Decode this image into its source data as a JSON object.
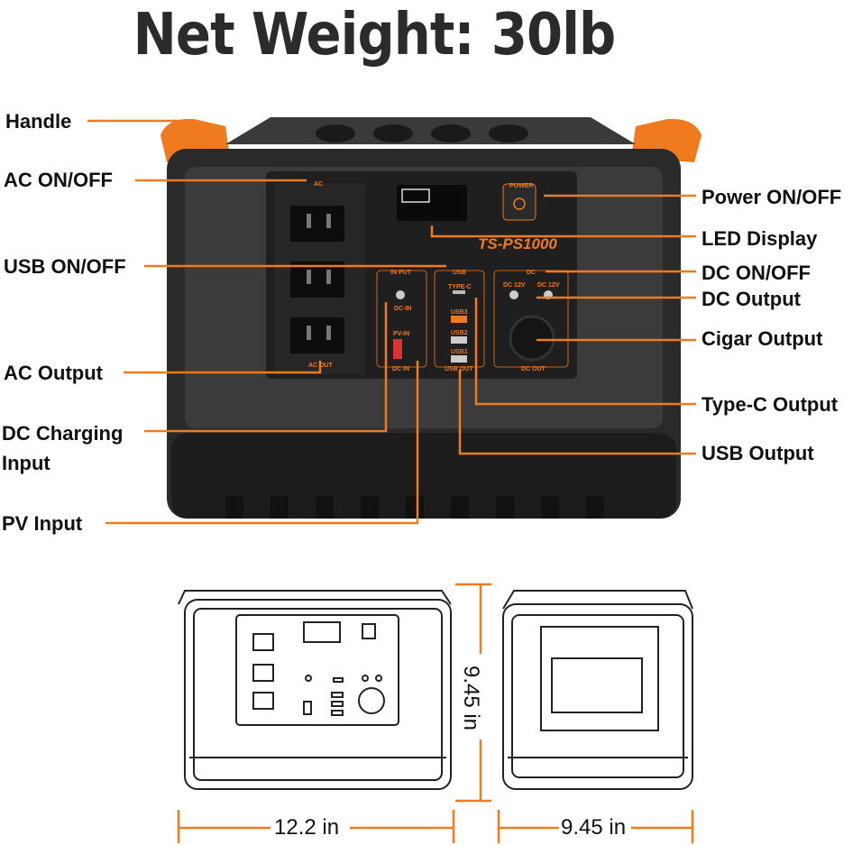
{
  "title": "Net Weight: 30lb",
  "model": "TS-PS1000",
  "accent_color": "#f07a1e",
  "callouts_left": [
    "Handle",
    "AC ON/OFF",
    "USB ON/OFF",
    "AC Output",
    "DC Charging Input",
    "PV Input"
  ],
  "callouts_right": [
    "Power ON/OFF",
    "LED Display",
    "DC ON/OFF",
    "DC Output",
    "Cigar Output",
    "Type-C Output",
    "USB Output"
  ],
  "panel_labels": {
    "ac": "AC",
    "ac_out": "AC OUT",
    "power": "POWER",
    "input": "IN PUT",
    "dc_in": "DC-IN",
    "pv_in": "PV-IN",
    "dc_in2": "DC IN",
    "usb": "USB",
    "type_c": "TYPE-C",
    "usb3": "USB3",
    "usb2": "USB2",
    "usb1": "USB1",
    "usb_out": "USB OUT",
    "dc": "DC",
    "dc12_a": "DC 12V",
    "dc12_b": "DC 12V",
    "dc_out": "DC OUT"
  },
  "dimensions": {
    "width": "12.2 in",
    "height": "9.45 in",
    "depth": "9.45 in"
  }
}
